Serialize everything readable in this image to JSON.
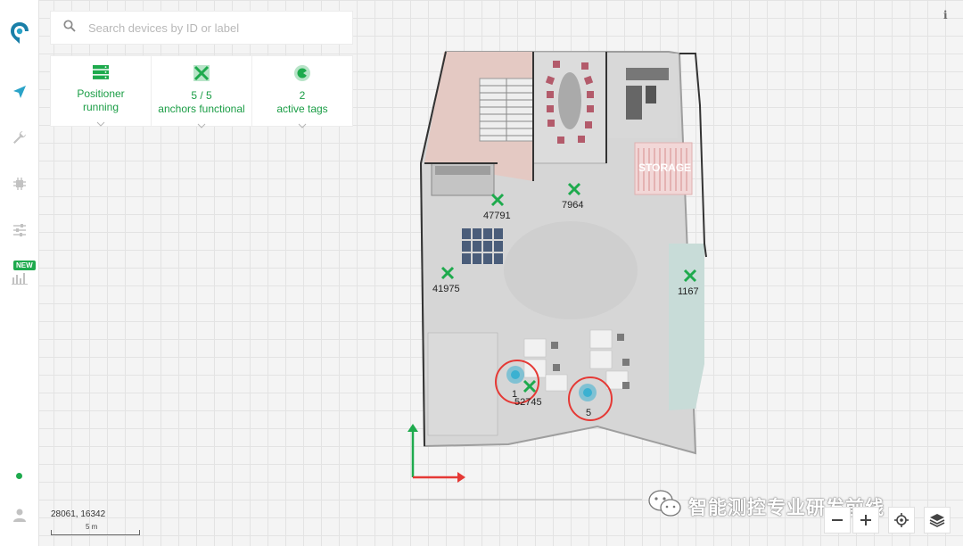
{
  "search": {
    "placeholder": "Search devices by ID or label"
  },
  "status": {
    "positioner": {
      "line1": "Positioner",
      "line2": "running"
    },
    "anchors": {
      "line1": "5 / 5",
      "line2": "anchors functional"
    },
    "tags": {
      "line1": "2",
      "line2": "active tags"
    }
  },
  "sidebar": {
    "new_badge": "NEW"
  },
  "map": {
    "storage_label": "STORAGE",
    "anchors": [
      {
        "id": "47791"
      },
      {
        "id": "7964"
      },
      {
        "id": "41975"
      },
      {
        "id": "1167"
      },
      {
        "id": "52745"
      }
    ],
    "tags": [
      {
        "id": "1"
      },
      {
        "id": "5"
      }
    ]
  },
  "coords": "28061, 16342",
  "scale": "5 m",
  "watermark": "智能测控专业研发前线",
  "colors": {
    "accent": "#1eaa4d",
    "sidebar_nav": "#2aa3c8",
    "tag_ring": "#e53935",
    "tag_fill": "#3bb1d1",
    "axis_x": "#e53935",
    "axis_y": "#1eaa4d"
  }
}
